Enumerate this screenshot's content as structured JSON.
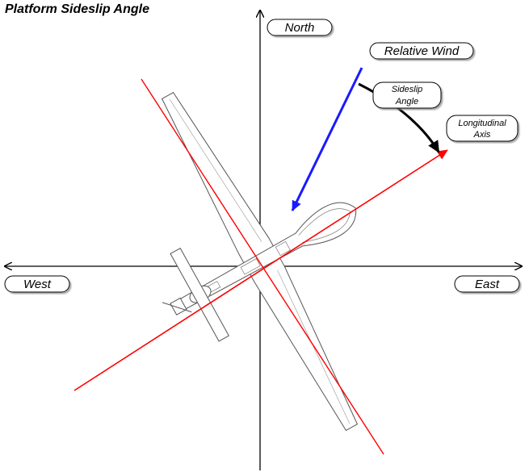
{
  "title": "Platform Sideslip Angle",
  "labels": {
    "north": "North",
    "east": "East",
    "west": "West",
    "relative_wind": "Relative Wind",
    "sideslip_line1": "Sideslip",
    "sideslip_line2": "Angle",
    "longitudinal_line1": "Longitudinal",
    "longitudinal_line2": "Axis"
  },
  "colors": {
    "axes": "#000000",
    "longitudinal_axis": "#ff0000",
    "relative_wind": "#1a1aff",
    "sideslip_arc": "#000000",
    "aircraft_outline": "#555555"
  }
}
